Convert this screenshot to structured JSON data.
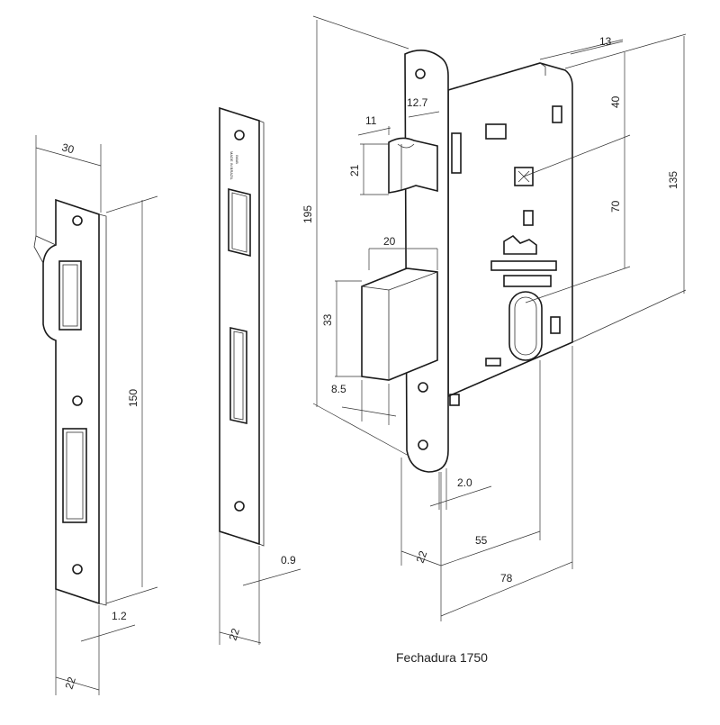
{
  "caption": "Fechadura 1750",
  "brand_stamp": [
    "IMAB",
    "MADE IN BRAZIL"
  ],
  "strike_plate": {
    "width": "30",
    "height": "150",
    "thickness": "1.2",
    "depth": "22"
  },
  "face_plate": {
    "thickness": "0.9",
    "depth": "22"
  },
  "lock_body": {
    "latch_width": "11",
    "latch_offset": "12.7",
    "latch_height": "21",
    "bolt_width": "20",
    "bolt_height": "33",
    "bolt_offset": "8.5",
    "front_height": "195",
    "top_offset": "13",
    "upper_spacing": "40",
    "center_distance": "70",
    "body_height": "135",
    "plate_thickness": "2.0",
    "front_depth": "22",
    "backset": "55",
    "body_depth": "78"
  }
}
